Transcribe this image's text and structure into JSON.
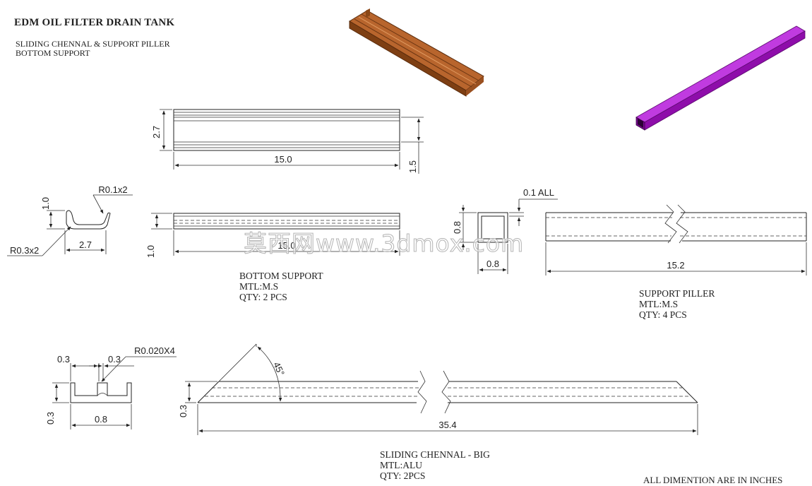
{
  "title": "EDM OIL FILTER DRAIN TANK",
  "subtitle_line1": "SLIDING CHENNAL  &  SUPPORT PILLER",
  "subtitle_line2": "BOTTOM SUPPORT",
  "colors": {
    "bottom_support_model": "#b8652d",
    "support_piller_model": "#a40fc4",
    "line": "#222222"
  },
  "watermark": "莫西网www.3dmox.com",
  "bottom_support": {
    "name": "BOTTOM SUPPORT",
    "material": "MTL:M.S",
    "qty": "QTY: 2 PCS",
    "dims": {
      "top_height": "2.7",
      "top_length": "15.0",
      "top_side": "1.5",
      "section_height": "1.0",
      "section_radius_top": "R0.1x2",
      "section_radius_bottom": "R0.3x2",
      "section_width": "2.7",
      "front_height": "1.0",
      "front_length": "15.0"
    }
  },
  "support_piller": {
    "name": "SUPPORT  PILLER",
    "material": "MTL:M.S",
    "qty": "QTY: 4 PCS",
    "dims": {
      "wall": "0.1 ALL",
      "section_height": "0.8",
      "section_width": "0.8",
      "length": "15.2"
    }
  },
  "sliding_chennal": {
    "name": "SLIDING CHENNAL - BIG",
    "material": "MTL:ALU",
    "qty": "QTY: 2PCS",
    "dims": {
      "flange_left": "0.3",
      "flange_right": "0.3",
      "radius": "R0.020X4",
      "section_height": "0.3",
      "section_width": "0.8",
      "angle": "45°",
      "length_height": "0.3",
      "length": "35.4"
    }
  },
  "footer_note": "ALL DIMENTION ARE IN INCHES"
}
